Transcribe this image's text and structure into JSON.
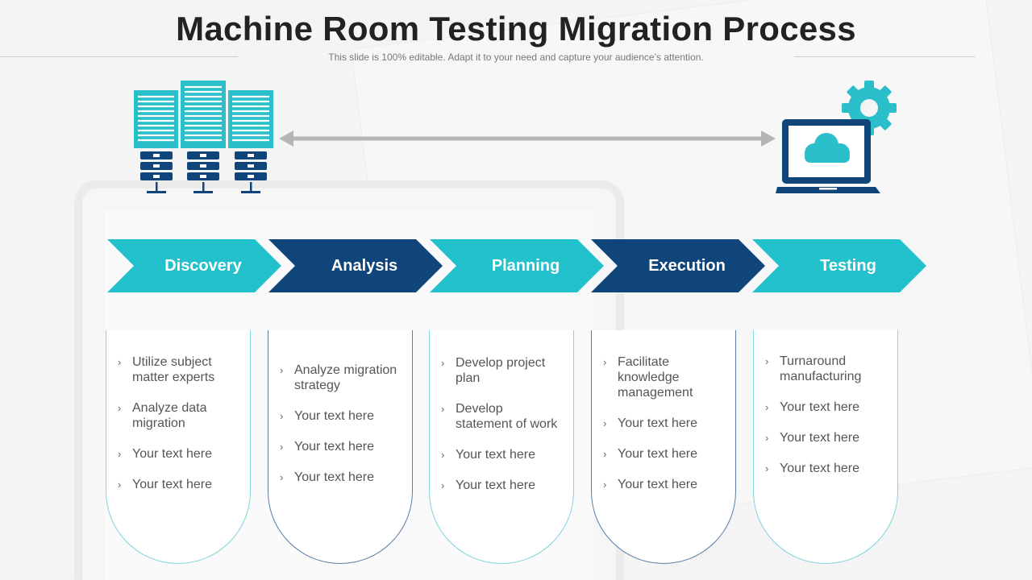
{
  "title": "Machine Room Testing Migration Process",
  "subtitle": "This slide is 100% editable. Adapt it to your need and capture your audience’s attention.",
  "icons": {
    "left": "server-rack-icon",
    "right": "laptop-cloud-gear-icon",
    "connector": "double-arrow-icon"
  },
  "colors": {
    "teal": "#23c1cc",
    "navy": "#10457b",
    "connector": "#b5b5b5"
  },
  "bullet_glyph": "›",
  "stages": [
    {
      "label": "Discovery",
      "color": "teal",
      "items": [
        "Utilize subject matter experts",
        "Analyze data migration",
        "Your text here",
        "Your text here"
      ]
    },
    {
      "label": "Analysis",
      "color": "navy",
      "items": [
        "Analyze migration strategy",
        "Your text here",
        "Your text here",
        "Your text here"
      ]
    },
    {
      "label": "Planning",
      "color": "teal",
      "items": [
        "Develop project plan",
        "Develop statement of work",
        "Your text here",
        "Your text here"
      ]
    },
    {
      "label": "Execution",
      "color": "navy",
      "items": [
        "Facilitate knowledge management",
        "Your text here",
        "Your text here",
        "Your text here"
      ]
    },
    {
      "label": "Testing",
      "color": "teal",
      "items": [
        "Turnaround manufacturing",
        "Your text here",
        "Your text here",
        "Your text here"
      ]
    }
  ]
}
